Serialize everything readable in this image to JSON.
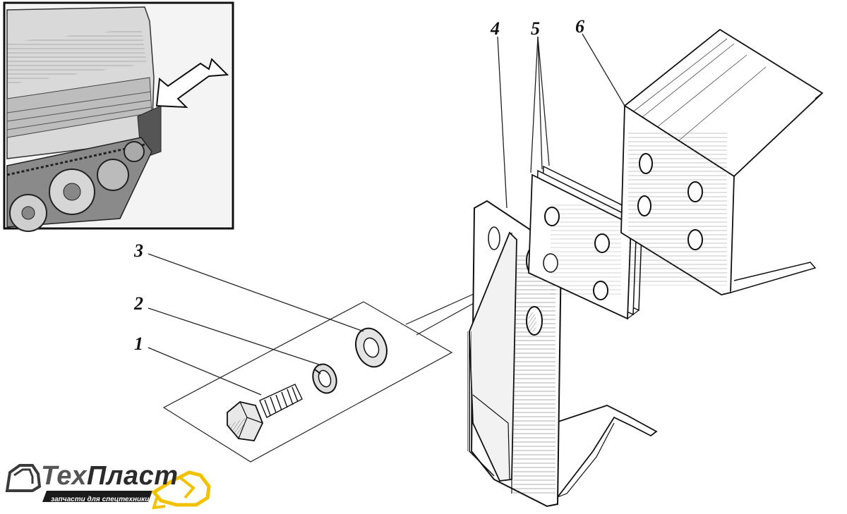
{
  "callouts": {
    "c1": "1",
    "c2": "2",
    "c3": "3",
    "c4": "4",
    "c5": "5",
    "c6": "6"
  },
  "logo": {
    "name_part1": "Тех",
    "name_part2": "Пласт",
    "tagline": "запчасти для спецтехники",
    "accent_color": "#f2c200",
    "banner_color": "#1a1a1a"
  }
}
